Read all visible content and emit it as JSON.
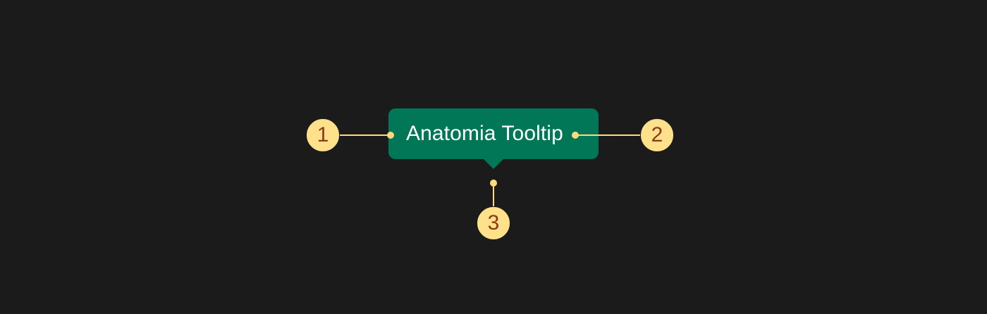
{
  "tooltip": {
    "label": "Anatomia Tooltip",
    "color": "#017757",
    "text_color": "#ffffff"
  },
  "callouts": [
    {
      "number": "1",
      "target": "tooltip container"
    },
    {
      "number": "2",
      "target": "tooltip label"
    },
    {
      "number": "3",
      "target": "tooltip arrow"
    }
  ],
  "colors": {
    "background": "#1b1b1b",
    "callout_fill": "#ffe08b",
    "callout_text": "#8a3a17",
    "callout_line": "#ffd97a"
  }
}
